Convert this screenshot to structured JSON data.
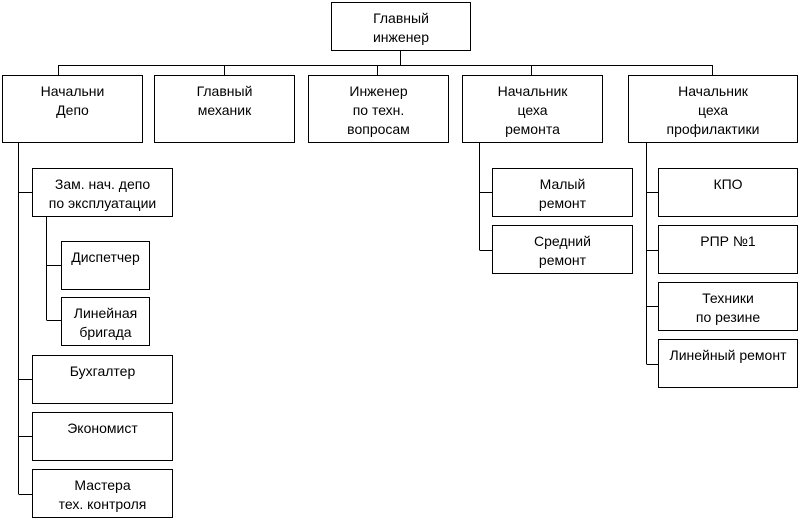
{
  "org_chart": {
    "chief_engineer": "Главный\nинженер",
    "depot_head": "Начальни\nДепо",
    "chief_mechanic": "Главный\nмеханик",
    "tech_engineer": "Инженер\nпо техн.\nвопросам",
    "repair_head": "Начальник\nцеха\nремонта",
    "prevention_head": "Начальник\nцеха\nпрофилактики",
    "deputy_operations": "Зам. нач. депо\nпо эксплуатации",
    "dispatcher": "Диспетчер",
    "line_crew": "Линейная\nбригада",
    "accountant": "Бухгалтер",
    "economist": "Экономист",
    "qc_masters": "Мастера\nтех. контроля",
    "minor_repair": "Малый\nремонт",
    "medium_repair": "Средний\nремонт",
    "kpo": "КПО",
    "rpr1": "РПР №1",
    "tire_techs": "Техники\nпо резине",
    "line_repair": "Линейный ремонт"
  }
}
